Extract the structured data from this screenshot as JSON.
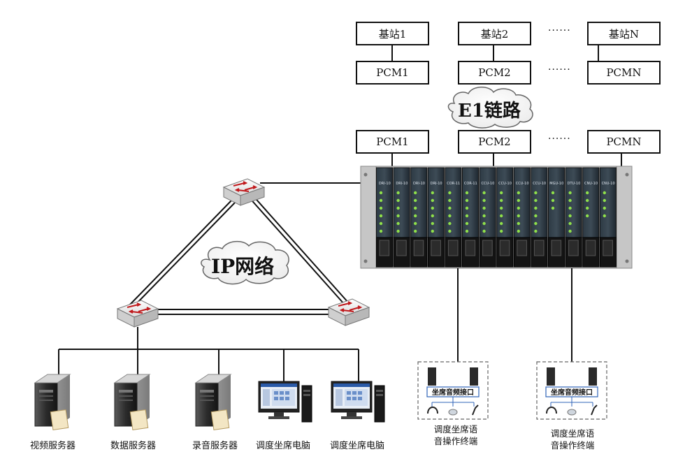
{
  "top_row": {
    "stations": [
      "基站1",
      "基站2",
      "基站N"
    ],
    "pcm": [
      "PCM1",
      "PCM2",
      "PCMN"
    ],
    "ellipsis": "······"
  },
  "e1_link": {
    "label": "E1链路"
  },
  "bottom_pcm": [
    "PCM1",
    "PCM2",
    "PCMN"
  ],
  "ip_network": {
    "label": "IP网络"
  },
  "rack": {
    "modules": [
      "DRI-10",
      "DRI-10",
      "DRI-10",
      "DRI-10",
      "COR-11",
      "COR-11",
      "CCU-10",
      "CCU-10",
      "CCU-10",
      "CCU-10",
      "MGU-10",
      "DTU-10",
      "CNU-10",
      "CNU-10"
    ]
  },
  "devices": [
    {
      "label": "视频服务器"
    },
    {
      "label": "数据服务器"
    },
    {
      "label": "录音服务器"
    },
    {
      "label": "调度坐席电脑"
    },
    {
      "label": "调度坐席电脑"
    }
  ],
  "terminals": [
    {
      "interface_label": "坐席音频接口",
      "caption_line1": "调度坐席语",
      "caption_line2": "音操作终端"
    },
    {
      "interface_label": "坐席音频接口",
      "caption_line1": "调度坐席语",
      "caption_line2": "音操作终端"
    }
  ]
}
